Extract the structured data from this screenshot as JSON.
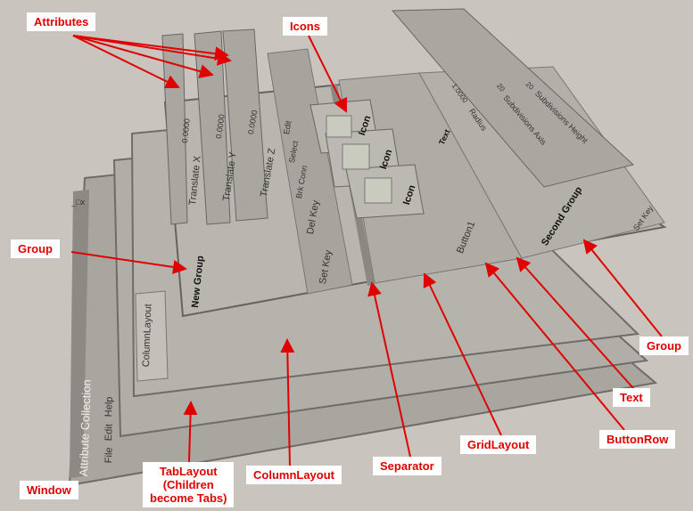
{
  "labels": {
    "attributes": "Attributes",
    "icons": "Icons",
    "group_left": "Group",
    "group_right": "Group",
    "text": "Text",
    "button_row": "ButtonRow",
    "grid_layout": "GridLayout",
    "separator": "Separator",
    "column_layout": "ColumnLayout",
    "tab_layout_1": "TabLayout",
    "tab_layout_2": "(Children",
    "tab_layout_3": "become Tabs)",
    "window": "Window"
  },
  "window": {
    "title": "Attribute Collection",
    "menu": [
      "File",
      "Edit",
      "Help"
    ],
    "controls": "_□x"
  },
  "layers": {
    "tab_label": "ColumnLayout",
    "new_group": "New Group",
    "second_group": "Second Group",
    "attrs": [
      {
        "label": "Translate X",
        "value": "0.0000"
      },
      {
        "label": "Translate Y",
        "value": "0.0000"
      },
      {
        "label": "Translate Z",
        "value": "0.0000"
      }
    ],
    "key_buttons": [
      "Set Key",
      "Del Key",
      "Brk Conn",
      "Select",
      "Edit"
    ],
    "icon_label": "Icon",
    "text_label": "Text",
    "button1": "Button1",
    "right_attrs": [
      {
        "label": "Radius",
        "value": "1.0000"
      },
      {
        "label": "Subdivisions Axis",
        "value": "20"
      },
      {
        "label": "Subdivisions Height",
        "value": "20"
      }
    ],
    "set_key_right": "Set Key"
  },
  "colors": {
    "accent": "#e00000",
    "panel": "#a9a6a0",
    "background": "#c9c5be"
  }
}
